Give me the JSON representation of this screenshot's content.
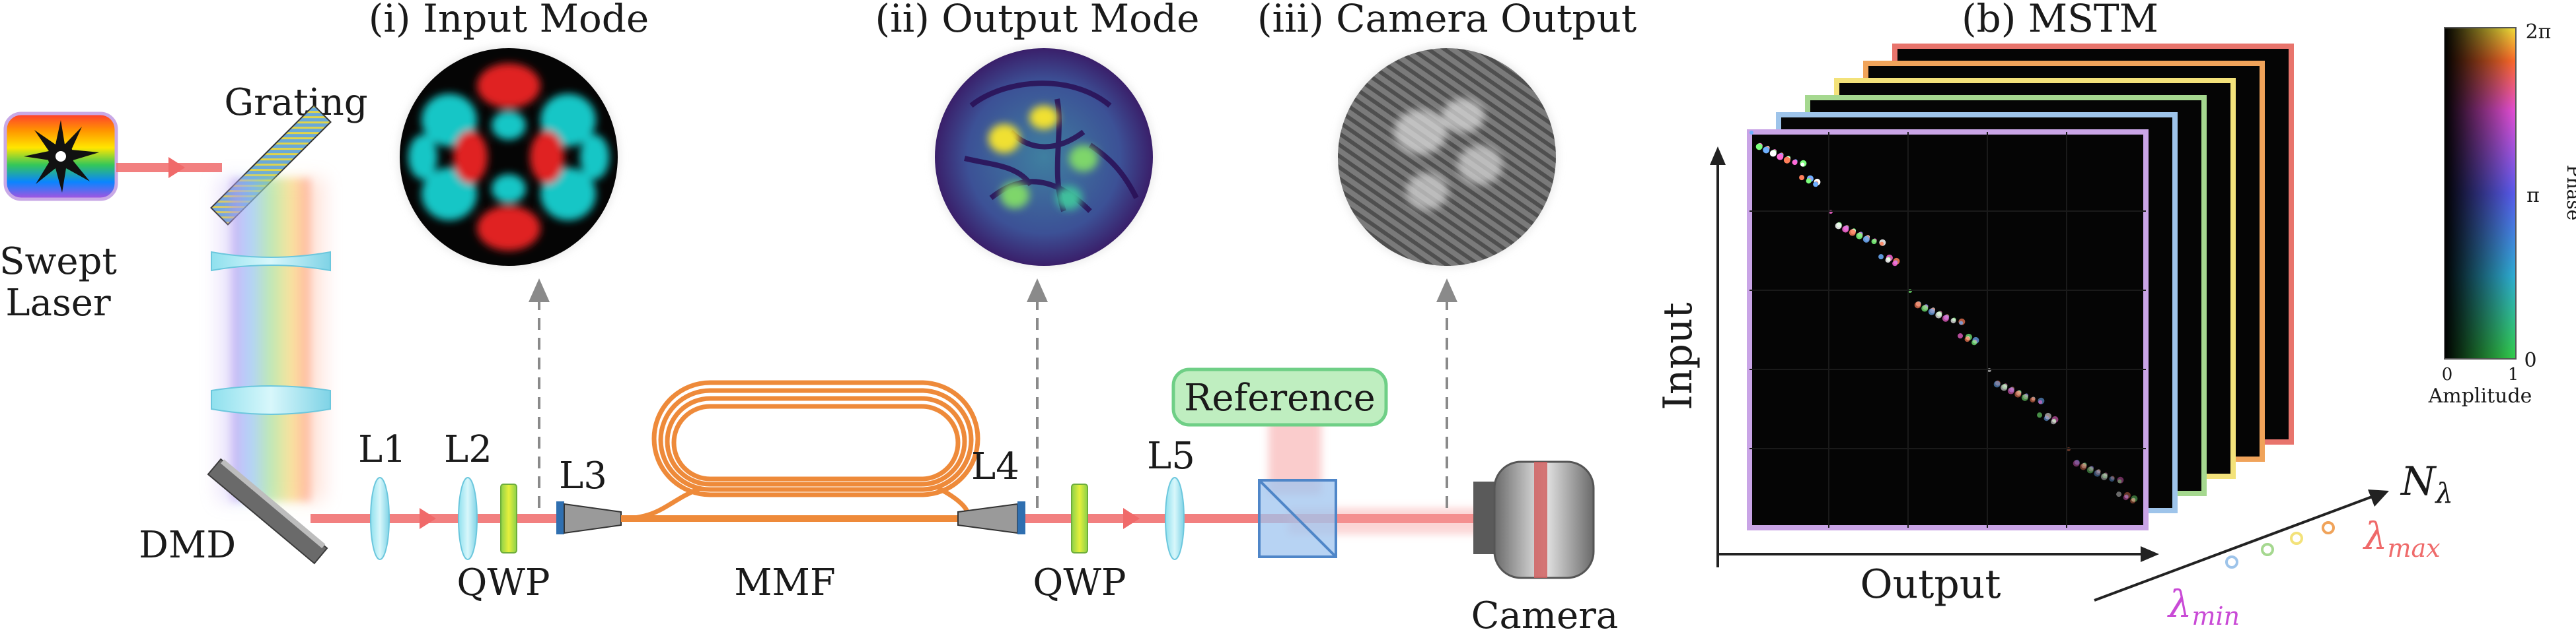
{
  "labels": {
    "swept_laser_line1": "Swept",
    "swept_laser_line2": "Laser",
    "grating": "Grating",
    "dmd": "DMD",
    "l1": "L1",
    "l2": "L2",
    "l3": "L3",
    "l4": "L4",
    "l5": "L5",
    "qwp_left": "QWP",
    "qwp_right": "QWP",
    "mmf": "MMF",
    "reference": "Reference",
    "camera": "Camera"
  },
  "panels": {
    "input_mode": "(i) Input Mode",
    "output_mode": "(ii) Output Mode",
    "camera_output": "(iii) Camera Output",
    "mstm": "(b) MSTM"
  },
  "mstm": {
    "y_axis": "Input",
    "x_axis": "Output",
    "n_lambda": "N",
    "n_lambda_sub": "λ",
    "lambda_min": "λ",
    "lambda_min_sub": "min",
    "lambda_max": "λ",
    "lambda_max_sub": "max",
    "frame_colors": [
      "#e8746c",
      "#f0a35a",
      "#f3e27a",
      "#a5d88f",
      "#9ec4ea",
      "#c9a4e6"
    ]
  },
  "colorbar": {
    "top": "2π",
    "mid": "π",
    "bottom": "0",
    "axis_title": "Phase",
    "x_min": "0",
    "x_max": "1",
    "x_title": "Amplitude"
  },
  "colors": {
    "beam": "#f06a6a",
    "fiber": "#ee8a3a",
    "reference_box": "#bfeec0",
    "reference_border": "#6fcf86"
  }
}
